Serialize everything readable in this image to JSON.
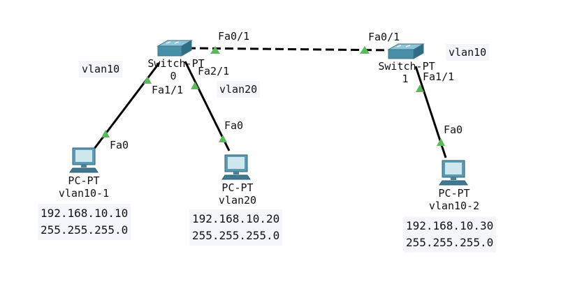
{
  "vlan_notes": [
    "vlan10",
    "vlan20",
    "vlan10"
  ],
  "switches": [
    {
      "type": "Switch-PT",
      "number": "0"
    },
    {
      "type": "Switch-PT",
      "number": "1"
    }
  ],
  "pcs": [
    {
      "type": "PC-PT",
      "name": "vlan10-1",
      "ip": "192.168.10.10",
      "mask": "255.255.255.0"
    },
    {
      "type": "PC-PT",
      "name": "vlan20",
      "ip": "192.168.10.20",
      "mask": "255.255.255.0"
    },
    {
      "type": "PC-PT",
      "name": "vlan10-2",
      "ip": "192.168.10.30",
      "mask": "255.255.255.0"
    }
  ],
  "ports": {
    "sw0_fa0_1": "Fa0/1",
    "sw1_fa0_1": "Fa0/1",
    "sw0_fa1_1": "Fa1/1",
    "sw0_fa2_1": "Fa2/1",
    "sw1_fa1_1": "Fa1/1",
    "pc1_fa0": "Fa0",
    "pc2_fa0": "Fa0",
    "pc3_fa0": "Fa0"
  },
  "colors": {
    "link": "#000000",
    "port_up": "#5cb85c",
    "device": "#4a8fa8",
    "label_bg": "#f5f6fb"
  }
}
